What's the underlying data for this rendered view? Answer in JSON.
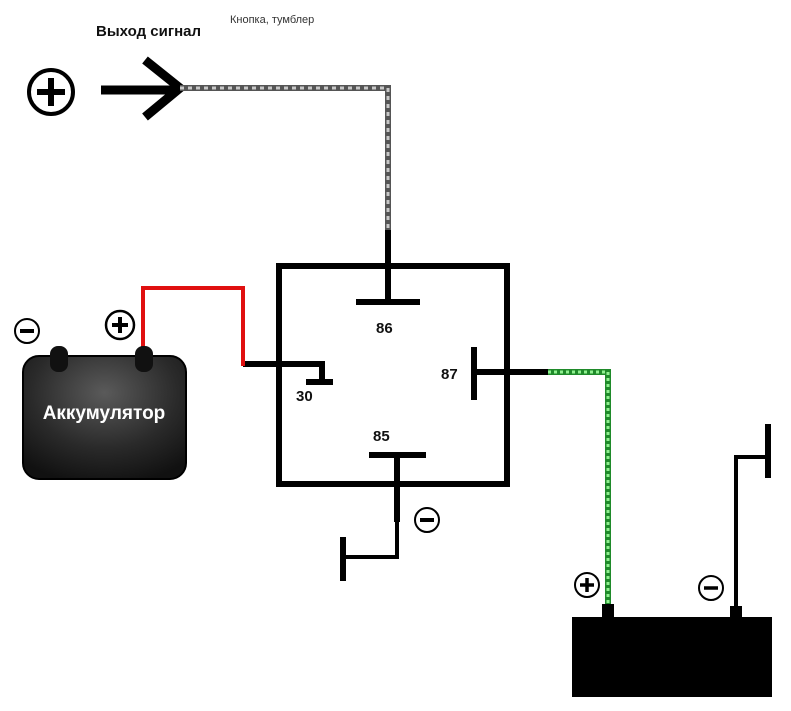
{
  "labels": {
    "signal_out": "Выход сигнал",
    "switch": "Кнопка, тумблер",
    "battery": "Аккумулятор"
  },
  "pins": {
    "p86": "86",
    "p87": "87",
    "p30": "30",
    "p85": "85"
  },
  "symbols": {
    "plus": "+",
    "minus": "−"
  },
  "colors": {
    "wire_power": "#e01010",
    "wire_signal": "#8a8a8a",
    "wire_load": "#3fd24a",
    "relay": "#000000",
    "battery_body": "#2b2b2b"
  }
}
